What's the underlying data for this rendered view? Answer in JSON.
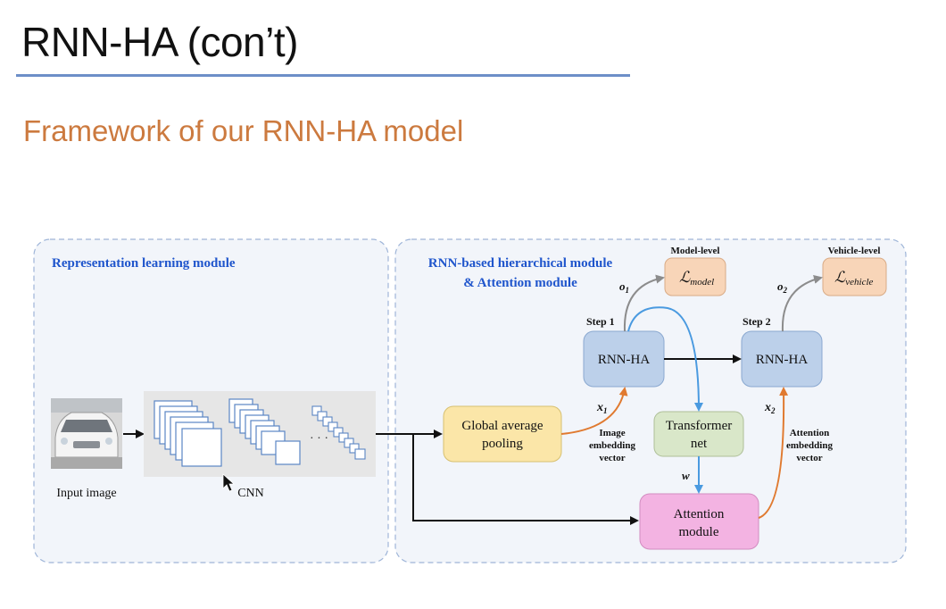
{
  "slide": {
    "title": "RNN-HA (con’t)",
    "subtitle": "Framework of our RNN-HA model"
  },
  "diagram": {
    "modules": {
      "representation": "Representation learning module",
      "hierarchical_line1": "RNN-based hierarchical module",
      "hierarchical_line2": "& Attention module"
    },
    "labels": {
      "input_image": "Input image",
      "cnn": "CNN",
      "ellipsis": "· · ·",
      "step1": "Step 1",
      "step2": "Step 2",
      "model_level": "Model-level",
      "vehicle_level": "Vehicle-level",
      "o1_letter": "o",
      "o1_sub": "1",
      "o2_letter": "o",
      "o2_sub": "2",
      "x1_letter": "x",
      "x1_sub": "1",
      "x2_letter": "x",
      "x2_sub": "2",
      "w": "w",
      "image_emb_1": "Image",
      "image_emb_2": "embedding",
      "image_emb_3": "vector",
      "att_emb_1": "Attention",
      "att_emb_2": "embedding",
      "att_emb_3": "vector"
    },
    "boxes": {
      "rnn_ha_1": "RNN-HA",
      "rnn_ha_2": "RNN-HA",
      "gap_line1": "Global average",
      "gap_line2": "pooling",
      "transformer_line1": "Transformer",
      "transformer_line2": "net",
      "attention_line1": "Attention",
      "attention_line2": "module",
      "loss_model_L": "ℒ",
      "loss_model_sub": "model",
      "loss_vehicle_L": "ℒ",
      "loss_vehicle_sub": "vehicle"
    },
    "colors": {
      "module_title": "#1f55cc",
      "rnn_box": "#bcd0ea",
      "gap_box": "#fbe6a8",
      "transformer_box": "#d9e7c9",
      "attention_box": "#f3b3e2",
      "loss_box": "#f8d5b8",
      "blue_arrow": "#4a9ae0",
      "orange_arrow": "#e07a30",
      "gray_arrow": "#8c8c8c"
    }
  }
}
